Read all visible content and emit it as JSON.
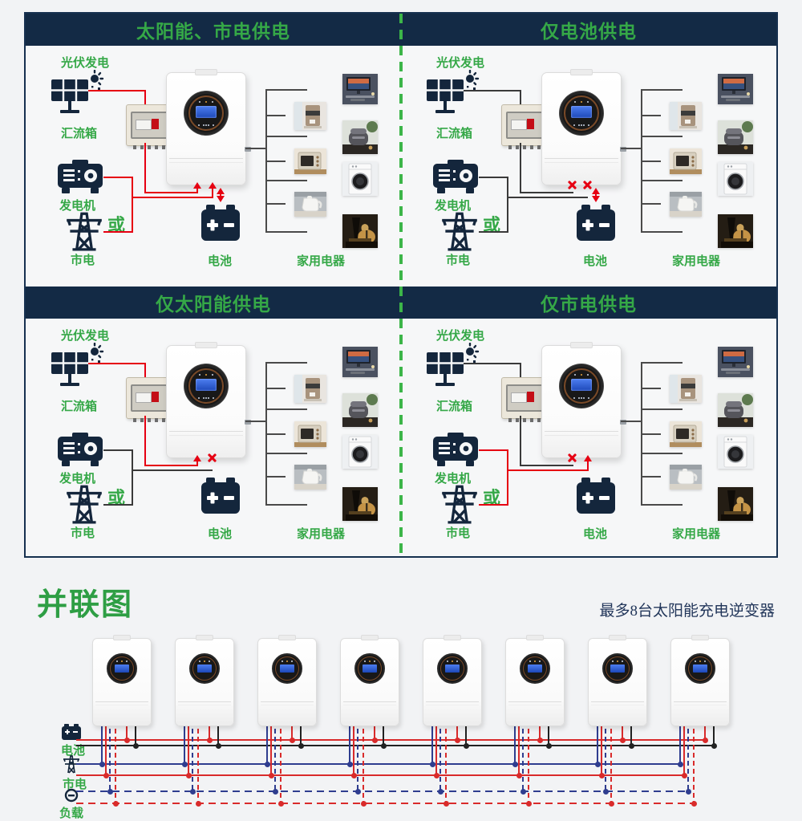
{
  "colors": {
    "navy_header": "#132a45",
    "title_green": "#35a847",
    "divider_green": "#3cb549",
    "wire_red": "#e60012",
    "wire_dark": "#3a3a3a",
    "bus_blue": "#2f3d8f",
    "bus_red": "#d92b2b",
    "bus_black": "#222222",
    "background": "#f2f3f5"
  },
  "labels": {
    "pv": "光伏发电",
    "combiner": "汇流箱",
    "generator": "发电机",
    "or": "或",
    "mains": "市电",
    "battery": "电池",
    "appliances": "家用电器"
  },
  "quadrants": [
    {
      "title": "太阳能、市电供电",
      "pv_line": "red",
      "ac_line": "red",
      "pv_input": "arrow",
      "ac_input": "arrow",
      "battery_link": "both"
    },
    {
      "title": "仅电池供电",
      "pv_line": "dark",
      "ac_line": "dark",
      "pv_input": "x",
      "ac_input": "x",
      "battery_link": "both"
    },
    {
      "title": "仅太阳能供电",
      "pv_line": "red",
      "ac_line": "dark",
      "pv_input": "arrow",
      "ac_input": "x",
      "battery_link": "none"
    },
    {
      "title": "仅市电供电",
      "pv_line": "dark",
      "ac_line": "red",
      "pv_input": "x",
      "ac_input": "arrow",
      "battery_link": "none"
    }
  ],
  "appliance_photos": [
    {
      "name": "tv-desk"
    },
    {
      "name": "coffee-machine"
    },
    {
      "name": "rice-cooker"
    },
    {
      "name": "oven"
    },
    {
      "name": "washing-machine"
    },
    {
      "name": "kettle"
    },
    {
      "name": "table-lamp"
    }
  ],
  "parallel": {
    "title": "并联图",
    "subtitle": "最多8台太阳能充电逆变器",
    "inverter_count": 8,
    "bus_rows": [
      {
        "label": "电池",
        "icon": "battery-icon"
      },
      {
        "label": "市电",
        "icon": "power-tower-icon"
      },
      {
        "label": "负载",
        "icon": "load-circle-icon"
      }
    ]
  }
}
